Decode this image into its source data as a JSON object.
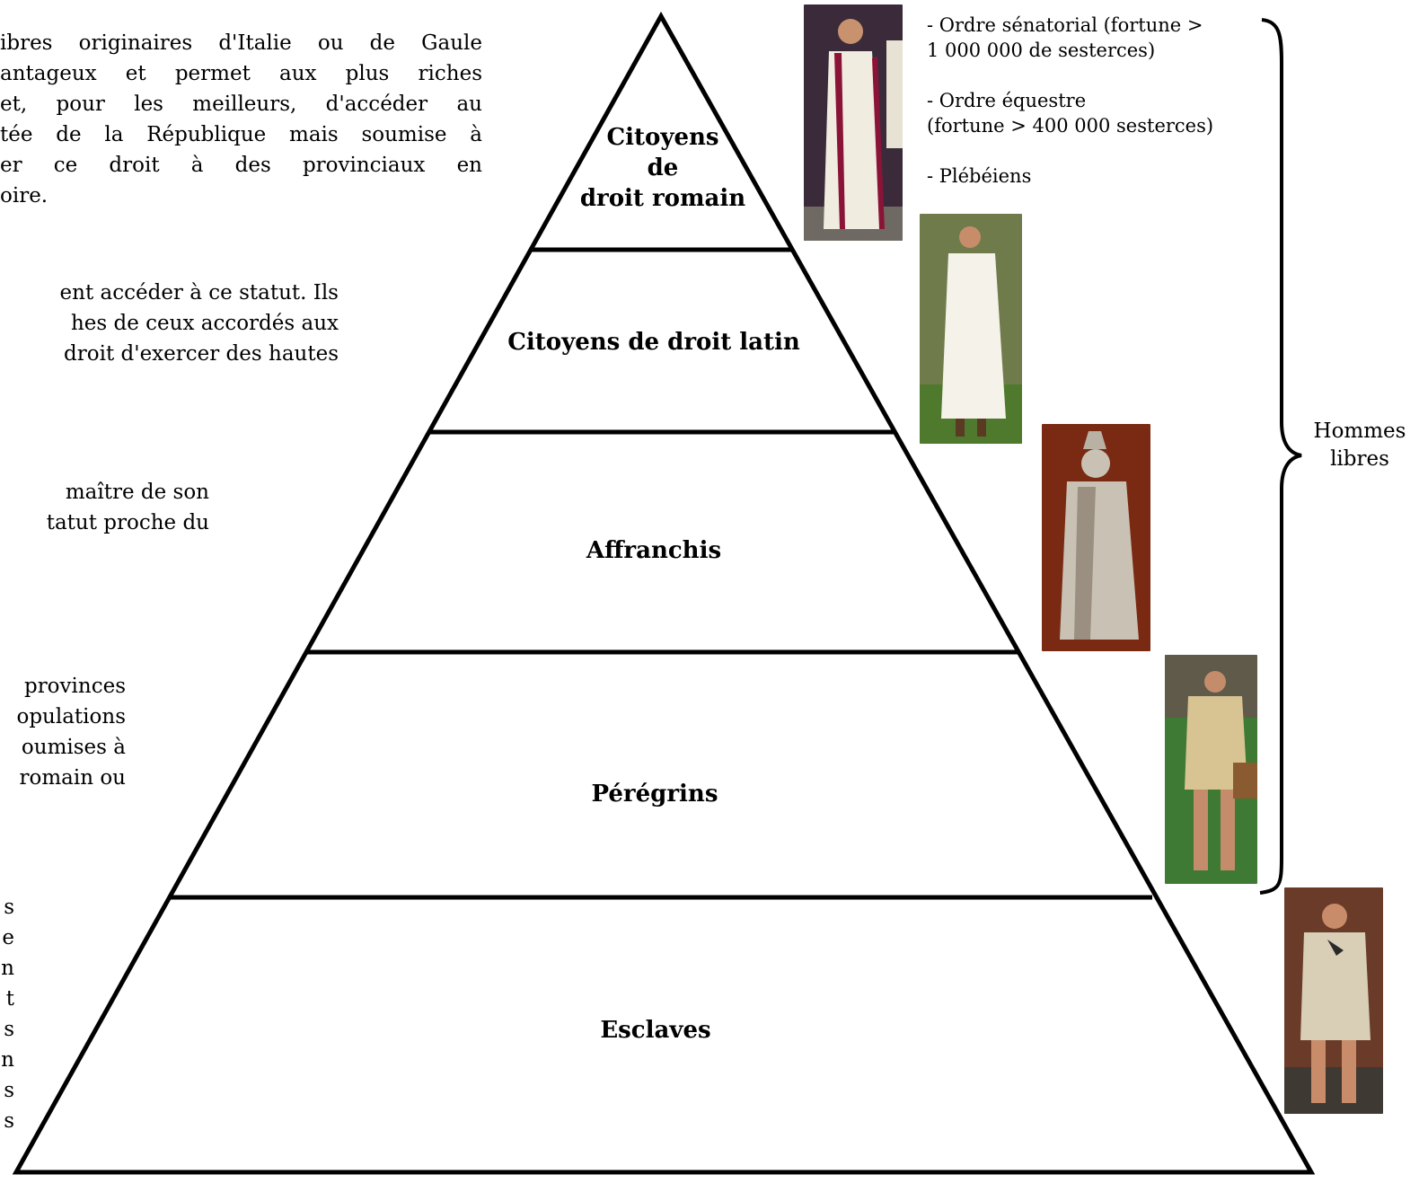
{
  "side_text": {
    "para1": [
      "ibres originaires d'Italie ou de Gaule",
      "antageux et permet aux plus riches",
      " et, pour les meilleurs, d'accéder au",
      "tée de la République mais soumise à",
      "er ce droit à des provinciaux en",
      "oire."
    ],
    "para2": [
      "ent accéder à ce statut. Ils",
      "hes de ceux accordés aux",
      " droit d'exercer des hautes"
    ],
    "para3": [
      " maître de son",
      "tatut proche du"
    ],
    "para4": [
      " provinces",
      "opulations",
      "oumises à",
      "romain ou"
    ],
    "para5": [
      "s",
      "e",
      "n",
      "t",
      "s",
      "n",
      "s",
      "s"
    ]
  },
  "pyramid": {
    "tiers": [
      {
        "label": "Citoyens\nde\ndroit romain"
      },
      {
        "label": "Citoyens de droit latin"
      },
      {
        "label": "Affranchis"
      },
      {
        "label": "Pérégrins"
      },
      {
        "label": "Esclaves"
      }
    ]
  },
  "orders": [
    "- Ordre sénatorial (fortune >\n1 000 000 de sesterces)",
    "- Ordre équestre\n(fortune > 400 000 sesterces)",
    "- Plébéiens"
  ],
  "brace_label": "Hommes\nlibres",
  "photos": [
    {
      "name": "senator-photo-icon",
      "bg": "#3b2b3a",
      "fg": "#f1ece0",
      "accent": "#8a1437"
    },
    {
      "name": "latin-citizen-photo-icon",
      "bg": "#6f7b4a",
      "fg": "#f5f2ea",
      "accent": "#4f7a2e"
    },
    {
      "name": "freedman-statue-photo-icon",
      "bg": "#7a2a12",
      "fg": "#c9c2b4",
      "accent": "#9a8f80"
    },
    {
      "name": "peregrine-photo-icon",
      "bg": "#3f7a34",
      "fg": "#d8c493",
      "accent": "#5a8f3a"
    },
    {
      "name": "slave-photo-icon",
      "bg": "#6b3b2a",
      "fg": "#d8cfb6",
      "accent": "#2a2a2a"
    }
  ]
}
